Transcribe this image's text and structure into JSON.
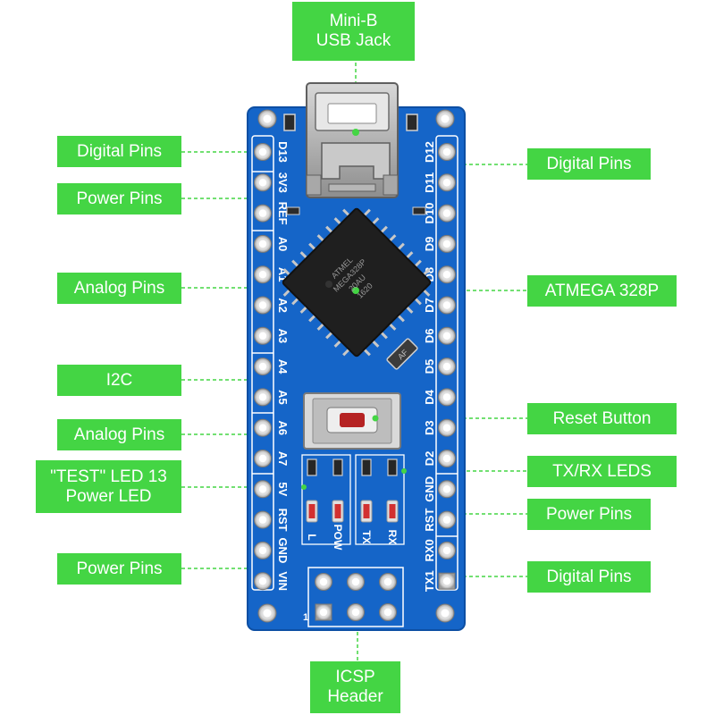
{
  "callouts": {
    "usb": "Mini-B\nUSB Jack",
    "digital_top_left": "Digital Pins",
    "power_top_left": "Power Pins",
    "analog_left": "Analog Pins",
    "i2c": "I2C",
    "analog_left_2": "Analog Pins",
    "test_led": "\"TEST\" LED 13\nPower LED",
    "power_bottom_left": "Power Pins",
    "digital_top_right": "Digital Pins",
    "atmega": "ATMEGA 328P",
    "reset": "Reset Button",
    "txrx": "TX/RX LEDS",
    "power_right": "Power Pins",
    "digital_bottom_right": "Digital Pins",
    "icsp": "ICSP\nHeader"
  },
  "board": {
    "left_pins": [
      "D13",
      "3V3",
      "REF",
      "A0",
      "A1",
      "A2",
      "A3",
      "A4",
      "A5",
      "A6",
      "A7",
      "5V",
      "RST",
      "GND",
      "VIN"
    ],
    "right_pins": [
      "D12",
      "D11",
      "D10",
      "D9",
      "D8",
      "D7",
      "D6",
      "D5",
      "D4",
      "D3",
      "D2",
      "GND",
      "RST",
      "RX0",
      "TX1"
    ],
    "led_labels": [
      "L",
      "POW",
      "TX",
      "RX"
    ],
    "icsp_pin1": "1",
    "chip_marking": [
      "ATMEL",
      "MEGA328P",
      "20AU",
      "1620"
    ],
    "crystal_marking": "AF",
    "colors": {
      "board": "#1565c8",
      "callout": "#44d544",
      "leader": "#44d544",
      "pad": "#e8e8e8",
      "silkscreen": "#ffffff"
    }
  }
}
